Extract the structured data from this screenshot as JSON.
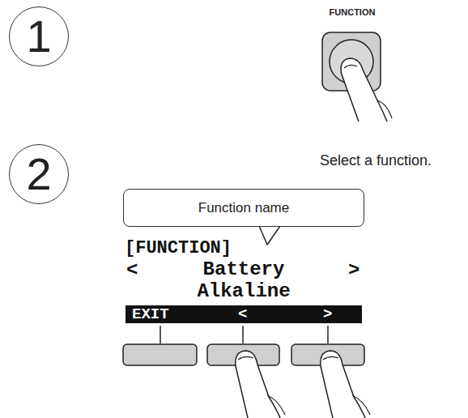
{
  "diagram": {
    "nodes": [
      {
        "text": [
          "1"
        ]
      },
      {
        "text": [
          "2"
        ]
      },
      {
        "text": [
          "Function name"
        ]
      },
      {
        "text": [
          "[FUNCTION]",
          "<",
          "Battery",
          ">",
          "Alkaline"
        ]
      },
      {
        "text": [
          "EXIT",
          "<",
          ">"
        ],
        "in": 3
      }
    ],
    "labels": [
      "FUNCTION",
      "Select a function."
    ]
  }
}
